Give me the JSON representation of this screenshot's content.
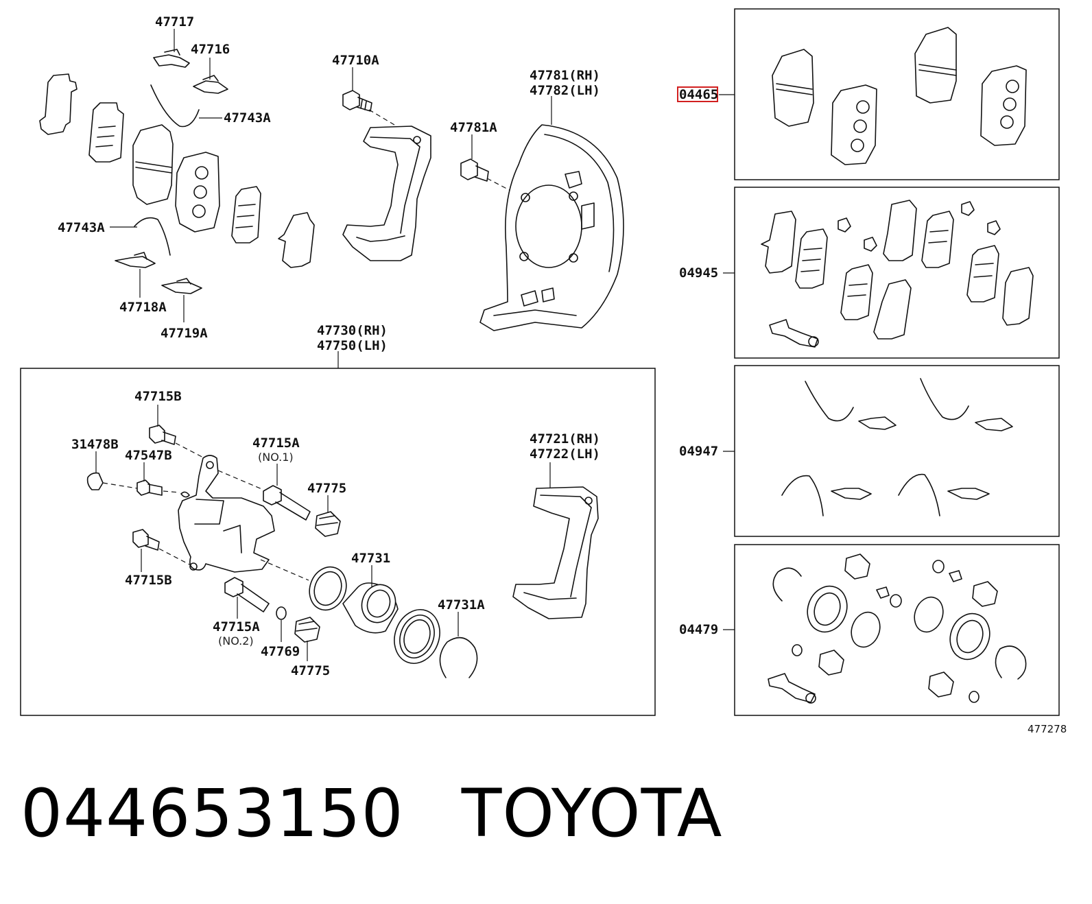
{
  "labels": {
    "l47717": "47717",
    "l47716": "47716",
    "l47743A_top": "47743A",
    "l47710A": "47710A",
    "l47781_rh": "47781(RH)",
    "l47782_lh": "47782(LH)",
    "l47781A": "47781A",
    "l47743A_bot": "47743A",
    "l47718A": "47718A",
    "l47719A": "47719A",
    "l47730_rh": "47730(RH)",
    "l47750_lh": "47750(LH)",
    "l47715B_top": "47715B",
    "l31478B": "31478B",
    "l47547B": "47547B",
    "l47715A_no1": "47715A",
    "no1": "(NO.1)",
    "l47775_top": "47775",
    "l47721_rh": "47721(RH)",
    "l47722_lh": "47722(LH)",
    "l47715B_bot": "47715B",
    "l47731": "47731",
    "l47731A": "47731A",
    "l47715A_no2": "47715A",
    "no2": "(NO.2)",
    "l47769": "47769",
    "l47775_bot": "47775",
    "l04465": "04465",
    "l04945": "04945",
    "l04947": "04947",
    "l04479": "04479",
    "diagram_code": "477278"
  },
  "caption": {
    "part_number": "044653150",
    "brand": "TOYOTA"
  },
  "colors": {
    "highlight": "#d21f1f",
    "line": "#111111"
  }
}
